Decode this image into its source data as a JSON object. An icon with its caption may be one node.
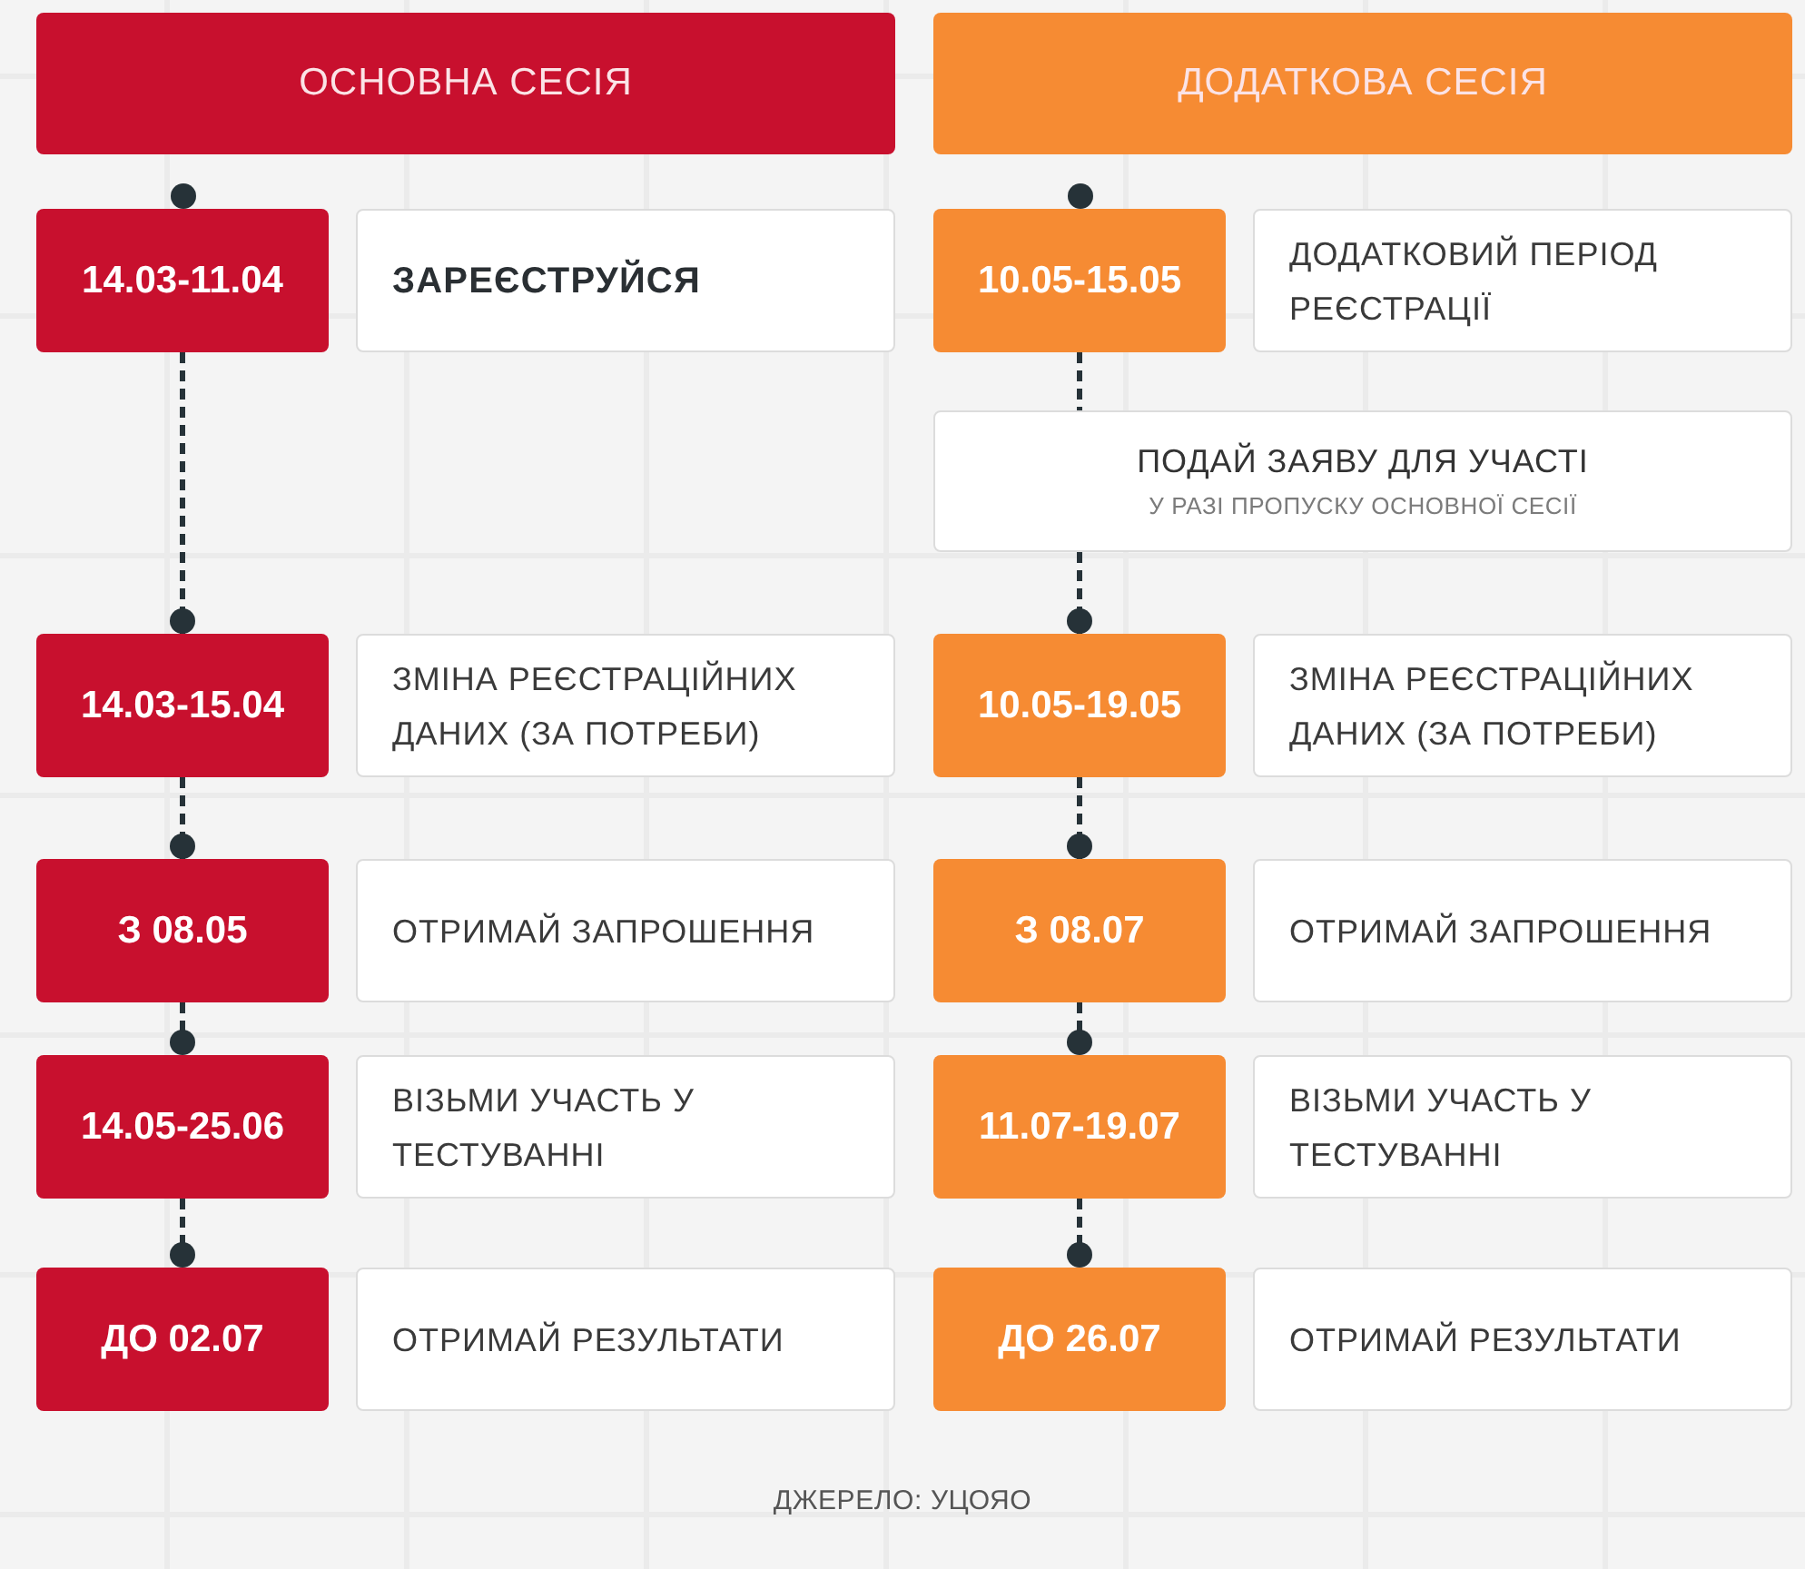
{
  "diagram": {
    "nodes": [
      {
        "text": [
          "ОСНОВНА СЕСІЯ"
        ]
      },
      {
        "text": [
          "ДОДАТКОВА СЕСІЯ"
        ]
      },
      {
        "text": [
          "14.03-11.04"
        ]
      },
      {
        "text": [
          "ЗАРЕЄСТРУЙСЯ"
        ]
      },
      {
        "text": [
          "14.03-15.04"
        ]
      },
      {
        "text": [
          "ЗМІНА РЕЄСТРАЦІЙНИХ ДАНИХ (ЗА ПОТРЕБИ)"
        ]
      },
      {
        "text": [
          "З 08.05"
        ]
      },
      {
        "text": [
          "ОТРИМАЙ ЗАПРОШЕННЯ"
        ]
      },
      {
        "text": [
          "14.05-25.06"
        ]
      },
      {
        "text": [
          "ВІЗЬМИ УЧАСТЬ У ТЕСТУВАННІ"
        ]
      },
      {
        "text": [
          "ДО 02.07"
        ]
      },
      {
        "text": [
          "ОТРИМАЙ РЕЗУЛЬТАТИ"
        ]
      },
      {
        "text": [
          "10.05-15.05"
        ]
      },
      {
        "text": [
          "ДОДАТКОВИЙ ПЕРІОД РЕЄСТРАЦІЇ"
        ]
      },
      {
        "text": [
          "ПОДАЙ ЗАЯВУ ДЛЯ УЧАСТІ",
          "У РАЗІ ПРОПУСКУ ОСНОВНОЇ СЕСІЇ"
        ]
      },
      {
        "text": [
          "10.05-19.05"
        ]
      },
      {
        "text": [
          "ЗМІНА РЕЄСТРАЦІЙНИХ ДАНИХ (ЗА ПОТРЕБИ)"
        ]
      },
      {
        "text": [
          "З 08.07"
        ]
      },
      {
        "text": [
          "ОТРИМАЙ ЗАПРОШЕННЯ"
        ]
      },
      {
        "text": [
          "11.07-19.07"
        ]
      },
      {
        "text": [
          "ВІЗЬМИ УЧАСТЬ У ТЕСТУВАННІ"
        ]
      },
      {
        "text": [
          "ДО 26.07"
        ]
      },
      {
        "text": [
          "ОТРИМАЙ РЕЗУЛЬТАТИ"
        ]
      }
    ],
    "edges": [
      {
        "from": 2,
        "to": 4,
        "arrow": "other",
        "style": "dashed"
      },
      {
        "from": 4,
        "to": 6,
        "arrow": "other",
        "style": "dashed"
      },
      {
        "from": 6,
        "to": 8,
        "arrow": "other",
        "style": "dashed"
      },
      {
        "from": 8,
        "to": 10,
        "arrow": "other",
        "style": "dashed"
      },
      {
        "from": 12,
        "to": 14,
        "arrow": "none",
        "style": "dashed"
      },
      {
        "from": 14,
        "to": 15,
        "arrow": "other",
        "style": "dashed"
      },
      {
        "from": 15,
        "to": 17,
        "arrow": "other",
        "style": "dashed"
      },
      {
        "from": 17,
        "to": 19,
        "arrow": "other",
        "style": "dashed"
      },
      {
        "from": 19,
        "to": 21,
        "arrow": "other",
        "style": "dashed"
      }
    ],
    "caption": "ДЖЕРЕЛО: УЦОЯО"
  }
}
